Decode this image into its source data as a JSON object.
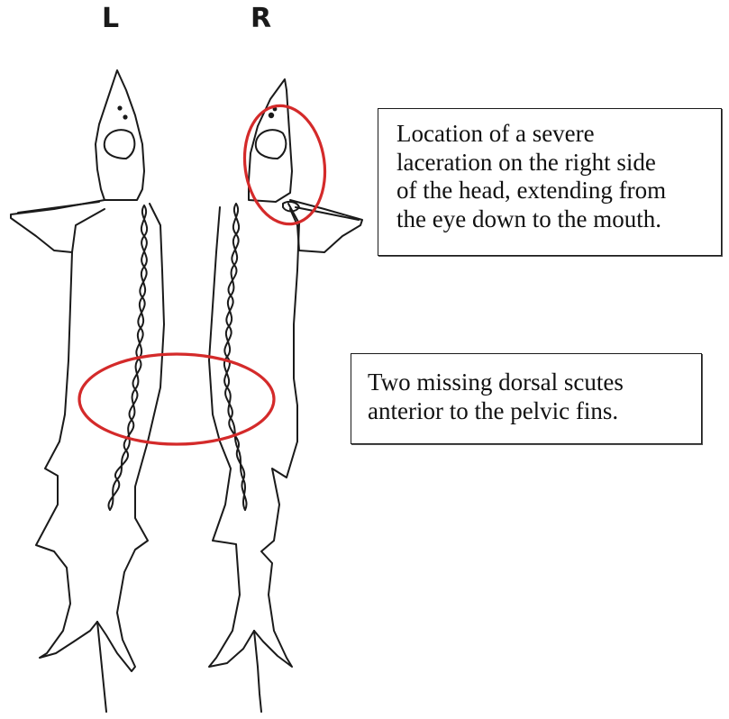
{
  "labels": {
    "left": "L",
    "right": "R"
  },
  "annotations": {
    "laceration": {
      "lines": [
        "Location of a severe",
        "laceration on the right side",
        "of the head, extending from",
        "the eye down to the mouth."
      ]
    },
    "scutes": {
      "lines": [
        "Two missing dorsal scutes",
        "anterior to the pelvic fins."
      ]
    }
  },
  "colors": {
    "outline": "#1a1a1a",
    "highlight": "#d42a2a"
  }
}
